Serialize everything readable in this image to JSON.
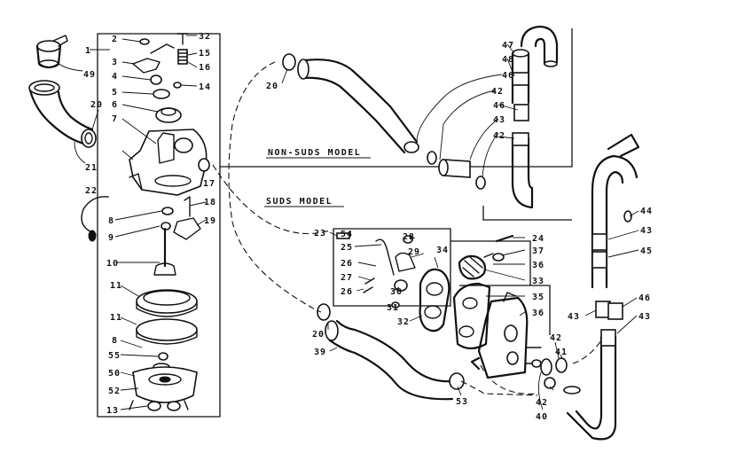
{
  "captions": {
    "non_suds": "NON-SUDS MODEL",
    "suds": "SUDS MODEL"
  },
  "callouts": {
    "c1": "1",
    "c2": "2",
    "c3": "3",
    "c4": "4",
    "c5": "5",
    "c6": "6",
    "c7": "7",
    "c8a": "8",
    "c8b": "8",
    "c9": "9",
    "c10": "10",
    "c11a": "11",
    "c11b": "11",
    "c13": "13",
    "c14": "14",
    "c15": "15",
    "c16": "16",
    "c17": "17",
    "c18": "18",
    "c19": "19",
    "c20a": "20",
    "c20b": "20",
    "c20c": "20",
    "c21": "21",
    "c22": "22",
    "c23": "23",
    "c24": "24",
    "c25": "25",
    "c26a": "26",
    "c26b": "26",
    "c27": "27",
    "c28": "28",
    "c29": "29",
    "c30": "30",
    "c31": "31",
    "c32a": "32",
    "c32b": "32",
    "c33": "33",
    "c34": "34",
    "c35": "35",
    "c36a": "36",
    "c36b": "36",
    "c37": "37",
    "c39": "39",
    "c40": "40",
    "c41": "41",
    "c42a": "42",
    "c42b": "42",
    "c42c": "42",
    "c42d": "42",
    "c43a": "43",
    "c43b": "43",
    "c43c": "43",
    "c43d": "43",
    "c44": "44",
    "c45": "45",
    "c46a": "46",
    "c46b": "46",
    "c46c": "46",
    "c47": "47",
    "c48": "48",
    "c49": "49",
    "c50": "50",
    "c52": "52",
    "c53": "53",
    "c54": "54",
    "c55": "55"
  }
}
